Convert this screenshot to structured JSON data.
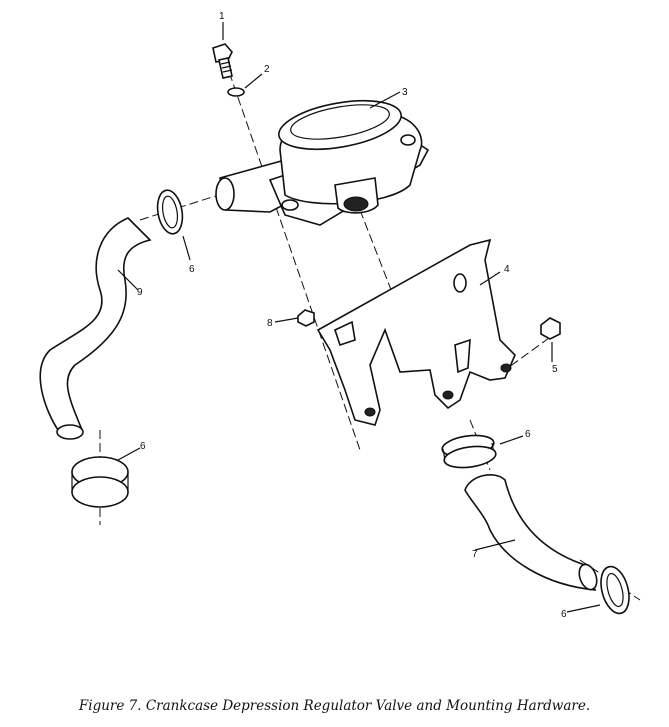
{
  "figure": {
    "caption": "Figure 7.  Crankcase Depression Regulator Valve and Mounting Hardware.",
    "callouts": [
      {
        "id": "bolt",
        "label": "1"
      },
      {
        "id": "washer",
        "label": "2"
      },
      {
        "id": "valve",
        "label": "3"
      },
      {
        "id": "bracket",
        "label": "4"
      },
      {
        "id": "nut",
        "label": "5"
      },
      {
        "id": "clamp-upper-left",
        "label": "6"
      },
      {
        "id": "clamp-lower-left",
        "label": "6"
      },
      {
        "id": "clamp-middle-right",
        "label": "6"
      },
      {
        "id": "clamp-lower-right",
        "label": "6"
      },
      {
        "id": "hose-short",
        "label": "7"
      },
      {
        "id": "nut-small",
        "label": "8"
      },
      {
        "id": "hose-long",
        "label": "9"
      }
    ]
  }
}
